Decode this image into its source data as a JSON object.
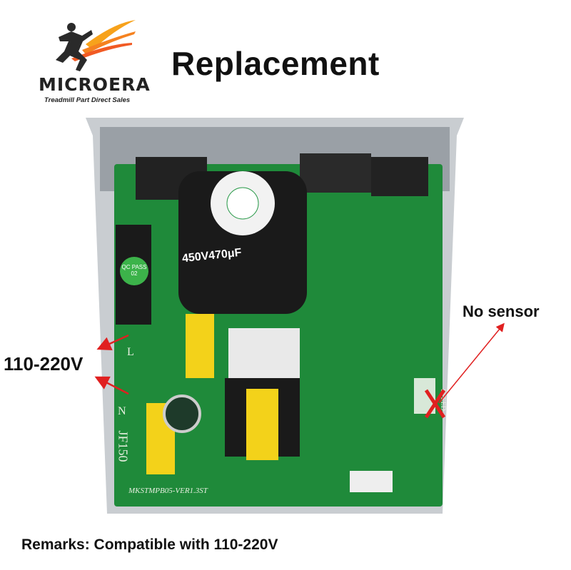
{
  "header": {
    "title": "Replacement"
  },
  "logo": {
    "brand": "MICROERA",
    "tagline": "Treadmill Part Direct Sales",
    "icon": "runner-with-orange-ribbon-icon"
  },
  "annotations": {
    "voltage_label": "110-220V",
    "sensor_label": "No sensor",
    "arrow_color": "#e02020"
  },
  "board": {
    "capacitor_label": "450V470μF",
    "silkscreen_l": "L",
    "silkscreen_n": "N",
    "silkscreen_model": "JF150",
    "silkscreen_version": "MKSTMPB05-VER1.3ST",
    "silkscreen_speed": "SPEED",
    "fuse_sticker": "QC PASS 02",
    "board_color": "#1f8a3a"
  },
  "footer": {
    "remarks": "Remarks: Compatible with 110-220V"
  }
}
